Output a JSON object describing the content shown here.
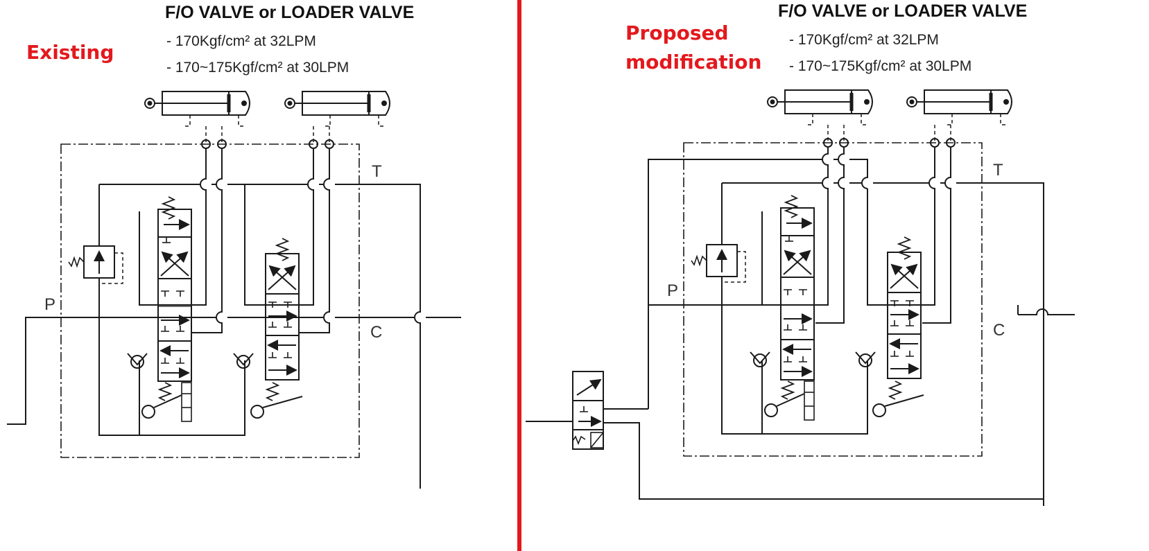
{
  "colors": {
    "label_red": "#e3191e",
    "line": "#1a1a1a",
    "divider": "#e3191e"
  },
  "left": {
    "label": "Existing",
    "title": "F/O VALVE or LOADER VALVE",
    "spec1": "- 170Kgf/cm² at 32LPM",
    "spec2": "- 170~175Kgf/cm² at 30LPM",
    "port_t": "T",
    "port_p": "P",
    "port_c": "C"
  },
  "right": {
    "label_line1": "Proposed",
    "label_line2": "modification",
    "title": "F/O VALVE or LOADER VALVE",
    "spec1": "- 170Kgf/cm² at 32LPM",
    "spec2": "- 170~175Kgf/cm² at 30LPM",
    "port_t": "T",
    "port_p": "P",
    "port_c": "C"
  },
  "icons": [
    "cylinder-icon",
    "directional-valve-icon",
    "relief-valve-icon",
    "check-valve-icon",
    "solenoid-valve-icon",
    "lever-icon",
    "spring-icon"
  ]
}
